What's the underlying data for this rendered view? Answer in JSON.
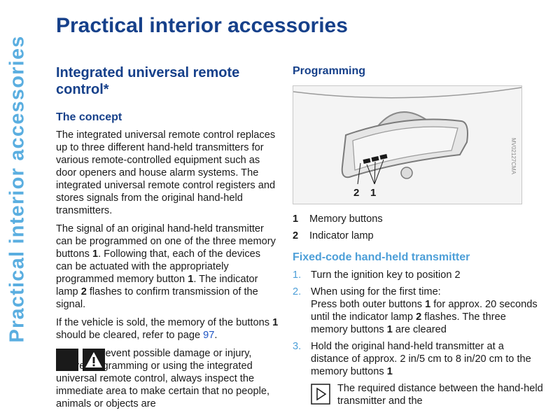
{
  "side_title": "Practical interior accessories",
  "page_title": "Practical interior accessories",
  "left": {
    "section_title": "Integrated universal remote control*",
    "concept_heading": "The concept",
    "p1": "The integrated universal remote control replaces up to three different hand-held transmitters for various remote-controlled equipment such as door openers and house alarm systems. The integrated universal remote control registers and stores signals from the original hand-held transmitters.",
    "p2_a": "The signal of an original hand-held transmitter can be programmed on one of the three memory buttons ",
    "p2_b1": "1",
    "p2_b": ". Following that, each of the devices can be actuated with the appropriately programmed memory button ",
    "p2_b2": "1",
    "p2_c": ". The indicator lamp ",
    "p2_b3": "2",
    "p2_d": " flashes to confirm transmission of the signal.",
    "p3_a": "If the vehicle is sold, the memory of the buttons ",
    "p3_b": "1",
    "p3_c": " should be cleared, refer to page ",
    "p3_page": "97",
    "p3_d": ".",
    "warning": "To prevent possible damage or injury, before programming or using the integrated universal remote control, always inspect the immediate area to make certain that no people, animals or objects are"
  },
  "right": {
    "programming_heading": "Programming",
    "diagram_label_2": "2",
    "diagram_label_1": "1",
    "diagram_code": "MV02127CMA",
    "legend": [
      {
        "num": "1",
        "text": "Memory buttons"
      },
      {
        "num": "2",
        "text": "Indicator lamp"
      }
    ],
    "fixed_heading": "Fixed-code hand-held transmitter",
    "step1_num": "1.",
    "step1": "Turn the ignition key to position 2",
    "step2_num": "2.",
    "step2_a": "When using for the first time:",
    "step2_b": "Press both outer buttons ",
    "step2_b1": "1",
    "step2_c": " for approx. 20 seconds until the indicator lamp ",
    "step2_b2": "2",
    "step2_d": " flashes. The three memory buttons ",
    "step2_b3": "1",
    "step2_e": " are cleared",
    "step3_num": "3.",
    "step3_a": "Hold the original hand-held transmitter at a distance of approx. 2 in/5 cm to 8 in/20 cm to the memory buttons ",
    "step3_b": "1",
    "note": "The required distance between the hand-held transmitter and the"
  }
}
